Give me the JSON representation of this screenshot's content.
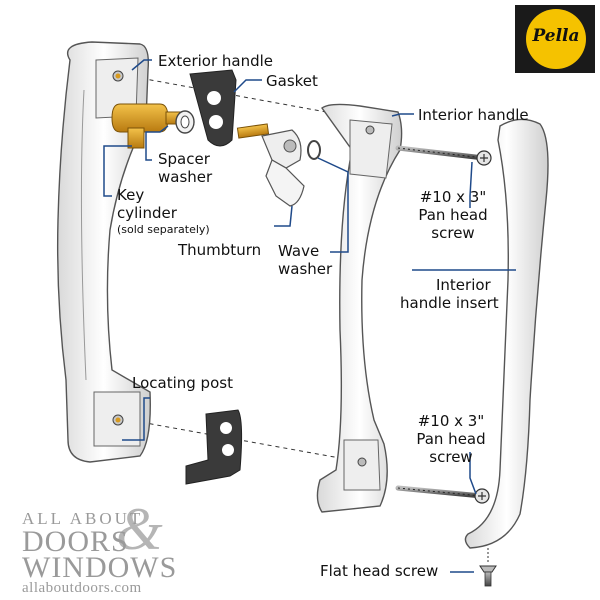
{
  "labels": {
    "exterior_handle": "Exterior handle",
    "gasket": "Gasket",
    "interior_handle": "Interior handle",
    "spacer_washer_line1": "Spacer",
    "spacer_washer_line2": "washer",
    "key_cylinder_line1": "Key",
    "key_cylinder_line2": "cylinder",
    "key_cylinder_note": "(sold separately)",
    "thumbturn": "Thumbturn",
    "wave_washer_line1": "Wave",
    "wave_washer_line2": "washer",
    "screw_top_line1": "#10 x 3\"",
    "screw_top_line2": "Pan head",
    "screw_top_line3": "screw",
    "interior_insert_line1": "Interior",
    "interior_insert_line2": "handle insert",
    "locating_post": "Locating post",
    "screw_bottom_line1": "#10 x 3\"",
    "screw_bottom_line2": "Pan head",
    "screw_bottom_line3": "screw",
    "flat_head_screw": "Flat head screw"
  },
  "logo": {
    "text": "Pella"
  },
  "watermark": {
    "line1": "ALL ABOUT",
    "line2": "DOORS",
    "ampersand": "&",
    "line3": "WINDOWS",
    "url": "allaboutdoors.com"
  },
  "colors": {
    "leader": "#1f4a8a",
    "part_fill": "#f2f2f2",
    "part_stroke": "#555555",
    "brass": "#d89a1e",
    "gasket": "#3a3a3a",
    "logo_yellow": "#f5c200"
  }
}
